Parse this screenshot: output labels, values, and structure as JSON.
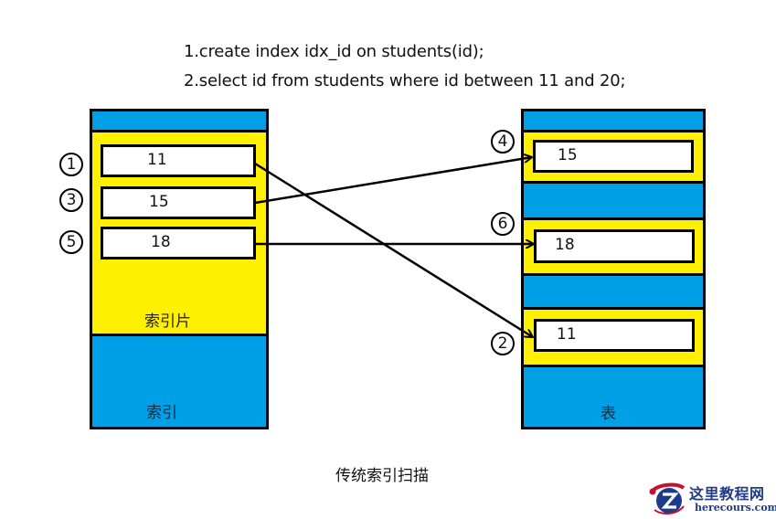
{
  "sql": {
    "line1": "1.create index idx_id on students(id);",
    "line2": "2.select id from students where id between 11 and 20;"
  },
  "index_structure": {
    "leaf_page_label": "索引片",
    "index_label": "索引",
    "entries": [
      {
        "value": "11",
        "step": "1"
      },
      {
        "value": "15",
        "step": "3"
      },
      {
        "value": "18",
        "step": "5"
      }
    ]
  },
  "table_structure": {
    "label": "表",
    "rows": [
      {
        "value": "15",
        "step": "4"
      },
      {
        "value": "18",
        "step": "6"
      },
      {
        "value": "11",
        "step": "2"
      }
    ]
  },
  "arrows": [
    {
      "from": "index-11",
      "to": "table-11",
      "order": "1→2"
    },
    {
      "from": "index-15",
      "to": "table-15",
      "order": "3→4"
    },
    {
      "from": "index-18",
      "to": "table-18",
      "order": "5→6"
    }
  ],
  "caption": "传统索引扫描",
  "watermark": {
    "name": "这里教程网",
    "url": "herecours.com"
  },
  "colors": {
    "blue": "#00a0e6",
    "yellow": "#ffef00",
    "border": "#000000",
    "logo_blue": "#1f3a8a",
    "logo_red": "#c8102e"
  }
}
